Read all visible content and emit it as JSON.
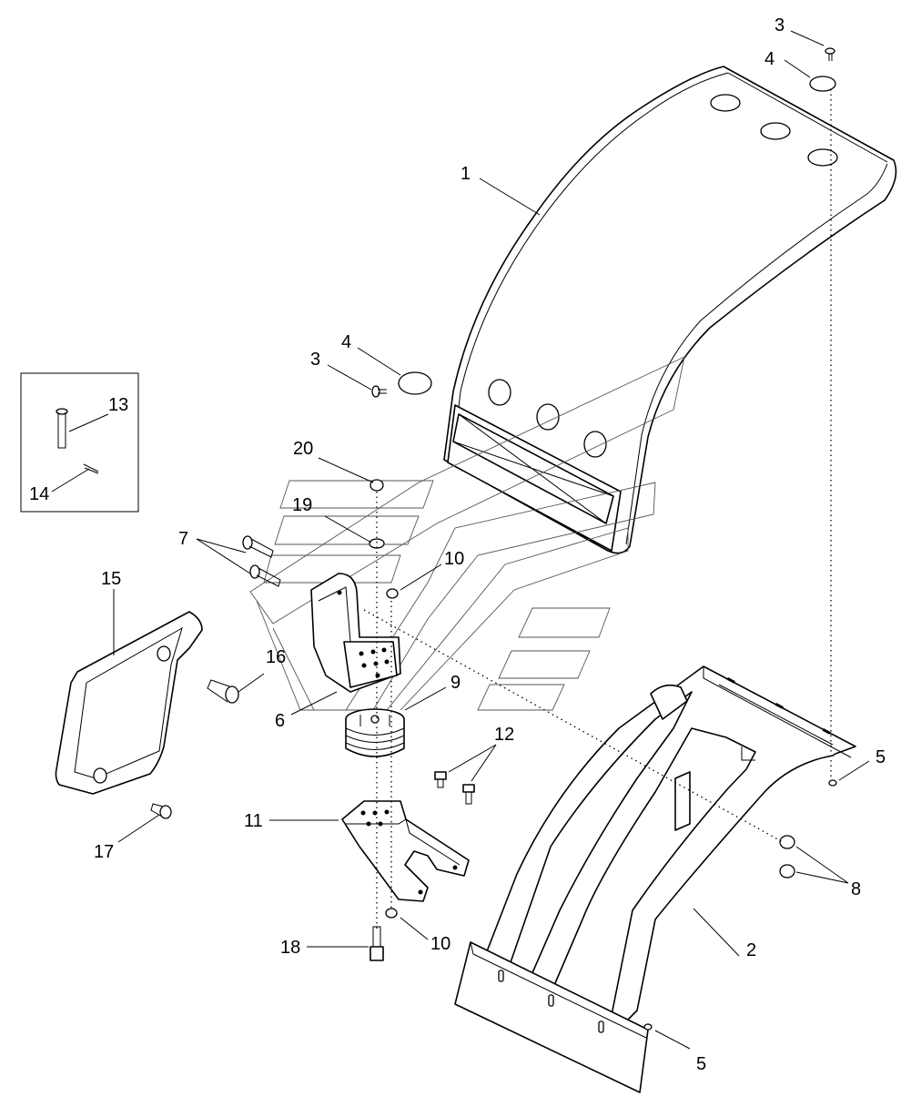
{
  "callouts": {
    "c1": "1",
    "c2": "2",
    "c3a": "3",
    "c3b": "3",
    "c4a": "4",
    "c4b": "4",
    "c5a": "5",
    "c5b": "5",
    "c6": "6",
    "c7": "7",
    "c8": "8",
    "c9": "9",
    "c10a": "10",
    "c10b": "10",
    "c11": "11",
    "c12": "12",
    "c13": "13",
    "c14": "14",
    "c15": "15",
    "c16": "16",
    "c17": "17",
    "c18": "18",
    "c19": "19",
    "c20": "20"
  }
}
